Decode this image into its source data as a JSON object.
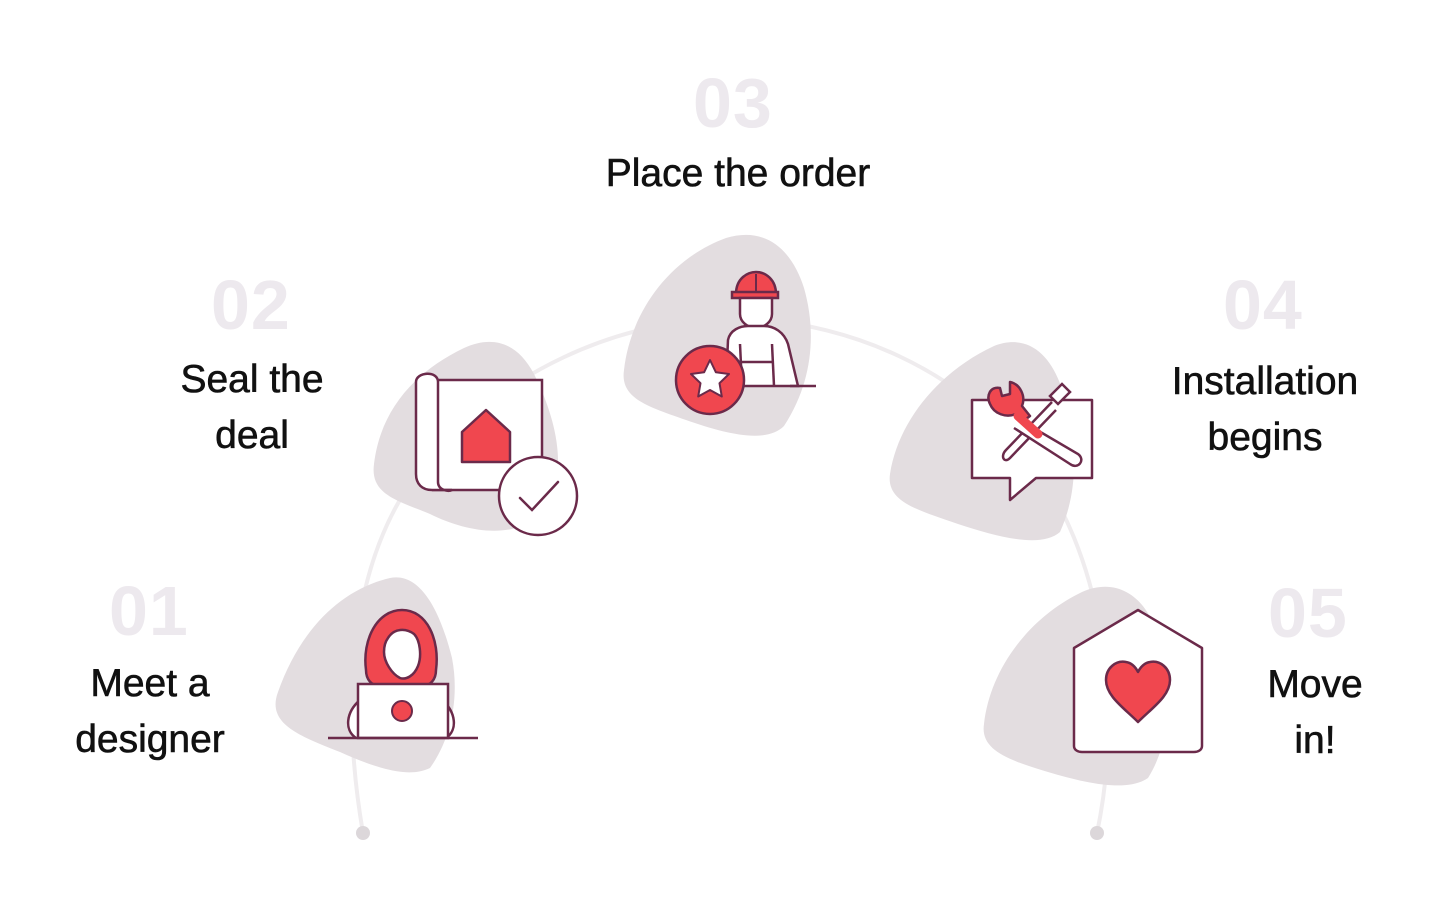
{
  "colors": {
    "accent": "#f0474f",
    "outline": "#6b2a4a",
    "blob": "#e3dde0",
    "number": "#ede9ee",
    "arc": "#efecee",
    "text": "#111111"
  },
  "steps": [
    {
      "number": "01",
      "title_line1": "Meet a",
      "title_line2": "designer",
      "icon": "designer-at-laptop-icon"
    },
    {
      "number": "02",
      "title_line1": "Seal the",
      "title_line2": "deal",
      "icon": "blueprint-checkmark-icon"
    },
    {
      "number": "03",
      "title_line1": "Place the order",
      "title_line2": "",
      "icon": "construction-worker-star-icon"
    },
    {
      "number": "04",
      "title_line1": "Installation",
      "title_line2": "begins",
      "icon": "tools-speech-bubble-icon"
    },
    {
      "number": "05",
      "title_line1": "Move",
      "title_line2": "in!",
      "icon": "house-heart-icon"
    }
  ]
}
